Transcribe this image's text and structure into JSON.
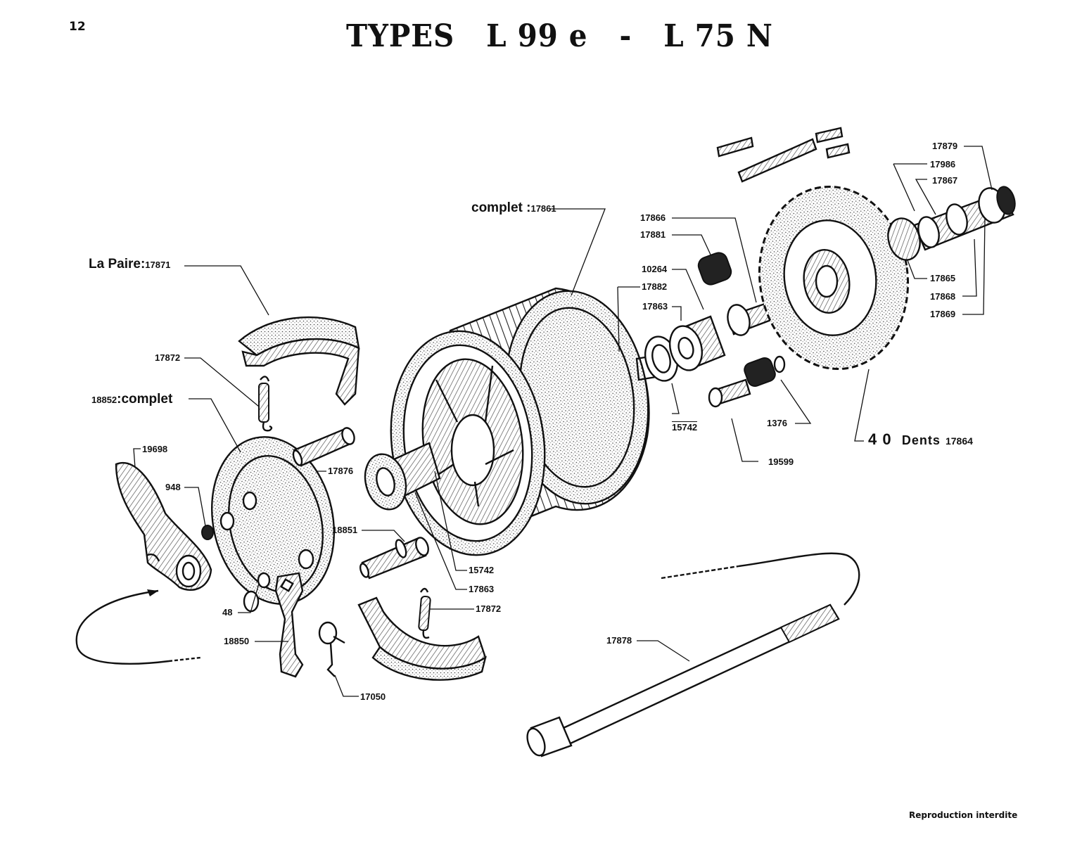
{
  "page": {
    "number": "12",
    "title": "TYPES   L 99 e   -   L 75 N",
    "footer": "Reproduction interdite"
  },
  "diagram": {
    "type": "exploded-parts-view",
    "subject": "Rear wheel hub assembly",
    "labels": {
      "la_paire_prefix": "La Paire",
      "la_paire_code": "17871",
      "complet_prefix": "complet",
      "complet_code": "17861",
      "backplate_code": "18852",
      "backplate_suffix": "complet",
      "spring_top": "17872",
      "spring_bottom": "17872",
      "lever": "19698",
      "washer_948": "948",
      "nut_48": "48",
      "brake_arm": "18850",
      "torsion_spring": "17050",
      "pin_17876": "17876",
      "pin_18851": "18851",
      "seal_15742_left": "15742",
      "bearing_17863_left": "17863",
      "axle": "17878",
      "p17866": "17866",
      "p17881": "17881",
      "p10264": "10264",
      "p17882": "17882",
      "p17863_right": "17863",
      "p15742_right": "15742",
      "p19599": "19599",
      "p1376": "1376",
      "sprocket_teeth": "4 0",
      "sprocket_word": "Dents",
      "sprocket_code": "17864",
      "p17879": "17879",
      "p17986": "17986",
      "p17867": "17867",
      "p17865": "17865",
      "p17868": "17868",
      "p17869": "17869"
    }
  }
}
